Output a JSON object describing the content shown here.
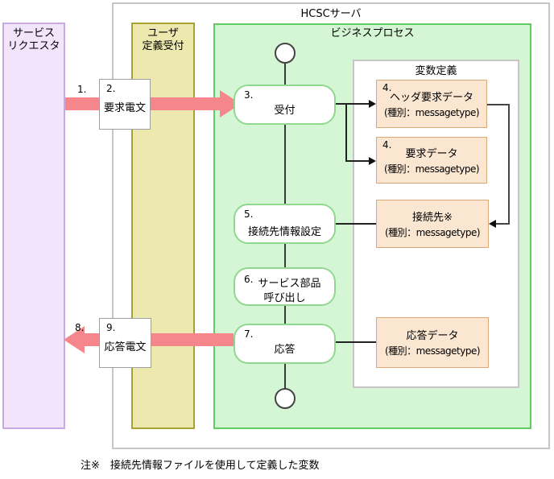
{
  "colors": {
    "requester_fill": "#F1E4FB",
    "requester_border": "#C9A9E2",
    "user_fill": "#EDE9AE",
    "user_border": "#A8A233",
    "business_process_fill": "#D5F6D5",
    "business_process_border": "#5FCC5F",
    "node_border": "#90D890",
    "data_box_fill": "#FAE6D1",
    "data_box_border": "#D8A877",
    "message_arrow": "#F5868B",
    "frame_border": "#C6C6C6"
  },
  "server": {
    "title": "HCSCサーバ"
  },
  "lanes": {
    "requester": {
      "line1": "サービス",
      "line2": "リクエスタ"
    },
    "user_reception": {
      "line1": "ユーザ",
      "line2": "定義受付"
    },
    "business_process": {
      "label": "ビジネスプロセス"
    }
  },
  "flow": {
    "request_step": "1.",
    "request_box": {
      "number": "2.",
      "label": "要求電文"
    },
    "response_step": "8.",
    "response_box": {
      "number": "9.",
      "label": "応答電文"
    }
  },
  "nodes": {
    "reception": {
      "number": "3.",
      "label": "受付"
    },
    "connection_setting": {
      "number": "5.",
      "label": "接続先情報設定"
    },
    "service_call": {
      "number": "6.",
      "line1": "サービス部品",
      "line2": "呼び出し"
    },
    "response": {
      "number": "7.",
      "label": "応答"
    }
  },
  "variables": {
    "title": "変数定義",
    "boxes": [
      {
        "number": "4.",
        "name": "ヘッダ要求データ",
        "type": "(種別：messagetype)"
      },
      {
        "number": "4.",
        "name": "要求データ",
        "type": "(種別：messagetype)"
      },
      {
        "number": "",
        "name": "接続先※",
        "type": "(種別：messagetype)"
      },
      {
        "number": "",
        "name": "応答データ",
        "type": "(種別：messagetype)"
      }
    ]
  },
  "note": "注※　接続先情報ファイルを使用して定義した変数"
}
